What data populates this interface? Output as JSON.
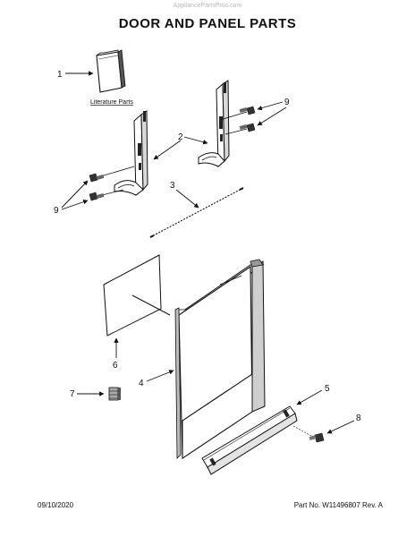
{
  "watermark": "AppliancePartsPros.com",
  "title": "DOOR AND PANEL PARTS",
  "footer": {
    "date": "09/10/2020",
    "part_number": "Part No. W11496807  Rev. A"
  },
  "callouts": {
    "c1": "1",
    "c2": "2",
    "c3": "3",
    "c4": "4",
    "c5": "5",
    "c6": "6",
    "c7": "7",
    "c8": "8",
    "c9_top": "9",
    "c9_left": "9"
  },
  "literature_label": "Literature Parts"
}
